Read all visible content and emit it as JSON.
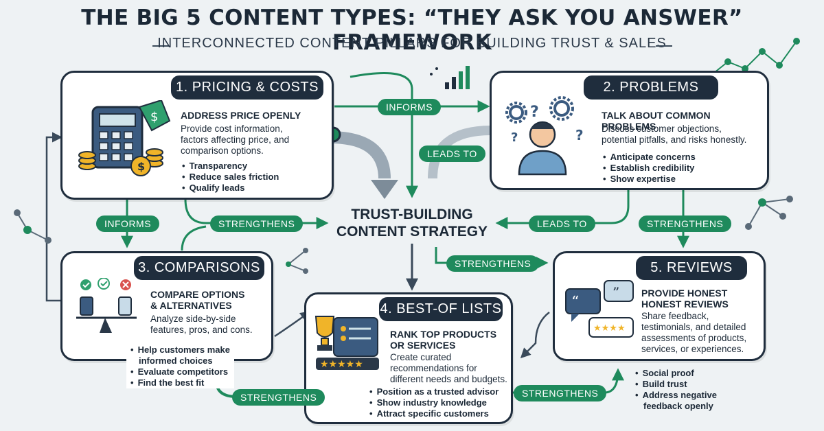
{
  "header": {
    "title": "THE BIG 5 CONTENT TYPES: “THEY ASK YOU ANSWER” FRAMEWORK",
    "subtitle": "INTERCONNECTED CONTENT PILLARS FOR BUILDING TRUST & SALES"
  },
  "center": {
    "line1": "TRUST-BUILDING",
    "line2": "CONTENT STRATEGY"
  },
  "cards": [
    {
      "title": "1. PRICING & COSTS",
      "heading": "ADDRESS PRICE OPENLY",
      "desc_lines": [
        "Provide cost information,",
        "factors affecting price, and",
        "comparison options."
      ],
      "bullets": [
        "Transparency",
        "Reduce sales friction",
        "Qualify leads"
      ]
    },
    {
      "title": "2. PROBLEMS",
      "heading": "TALK ABOUT COMMON PROBLEMS",
      "desc_lines": [
        "Discuss customer objections,",
        "potential pitfalls, and risks honestly."
      ],
      "bullets": [
        "Anticipate concerns",
        "Establish credibility",
        "Show expertise"
      ]
    },
    {
      "title": "3. COMPARISONS",
      "heading_lines": [
        "COMPARE OPTIONS",
        "& ALTERNATIVES"
      ],
      "desc_lines": [
        "Analyze side-by-side",
        "features, pros, and cons."
      ],
      "bullets": [
        "Help customers make",
        "informed choices",
        "Evaluate competitors",
        "Find the best fit"
      ]
    },
    {
      "title": "4. BEST-OF LISTS",
      "heading_lines": [
        "RANK TOP PRODUCTS",
        "OR SERVICES"
      ],
      "desc_lines": [
        "Create curated",
        "recommendations for",
        "different needs and budgets."
      ],
      "bullets": [
        "Position as a trusted advisor",
        "Show industry knowledge",
        "Attract specific customers"
      ]
    },
    {
      "title": "5. REVIEWS",
      "heading_lines": [
        "PROVIDE HONEST",
        "HONEST REVIEWS"
      ],
      "desc_lines": [
        "Share feedback,",
        "testimonials, and detailed",
        "assessments of products,",
        "services, or experiences."
      ],
      "bullets": [
        "Social proof",
        "Build trust",
        "Address negative",
        "feedback openly"
      ]
    }
  ],
  "connectors": {
    "informs_top": "INFORMS",
    "leads_to_top": "LEADS TO",
    "informs_left": "INFORMS",
    "strengthens_left": "STRENGTHENS",
    "leads_to_right": "LEADS TO",
    "strengthens_right": "STRENGTHENS",
    "strengthens_mid": "STRENGTHENS",
    "strengthens_bottom_left": "STRENGTHENS",
    "strengthens_bottom_right": "STRENGTHENS"
  },
  "colors": {
    "navy": "#1f2d3d",
    "green": "#1e8a5c",
    "background": "#eef2f4"
  },
  "icons": [
    "calculator-icon",
    "price-tag-icon",
    "coins-icon",
    "thinking-person-icon",
    "gears-icon",
    "balance-scale-icon",
    "trophy-icon",
    "review-bubbles-icon",
    "bar-chart-icon",
    "network-icon"
  ]
}
